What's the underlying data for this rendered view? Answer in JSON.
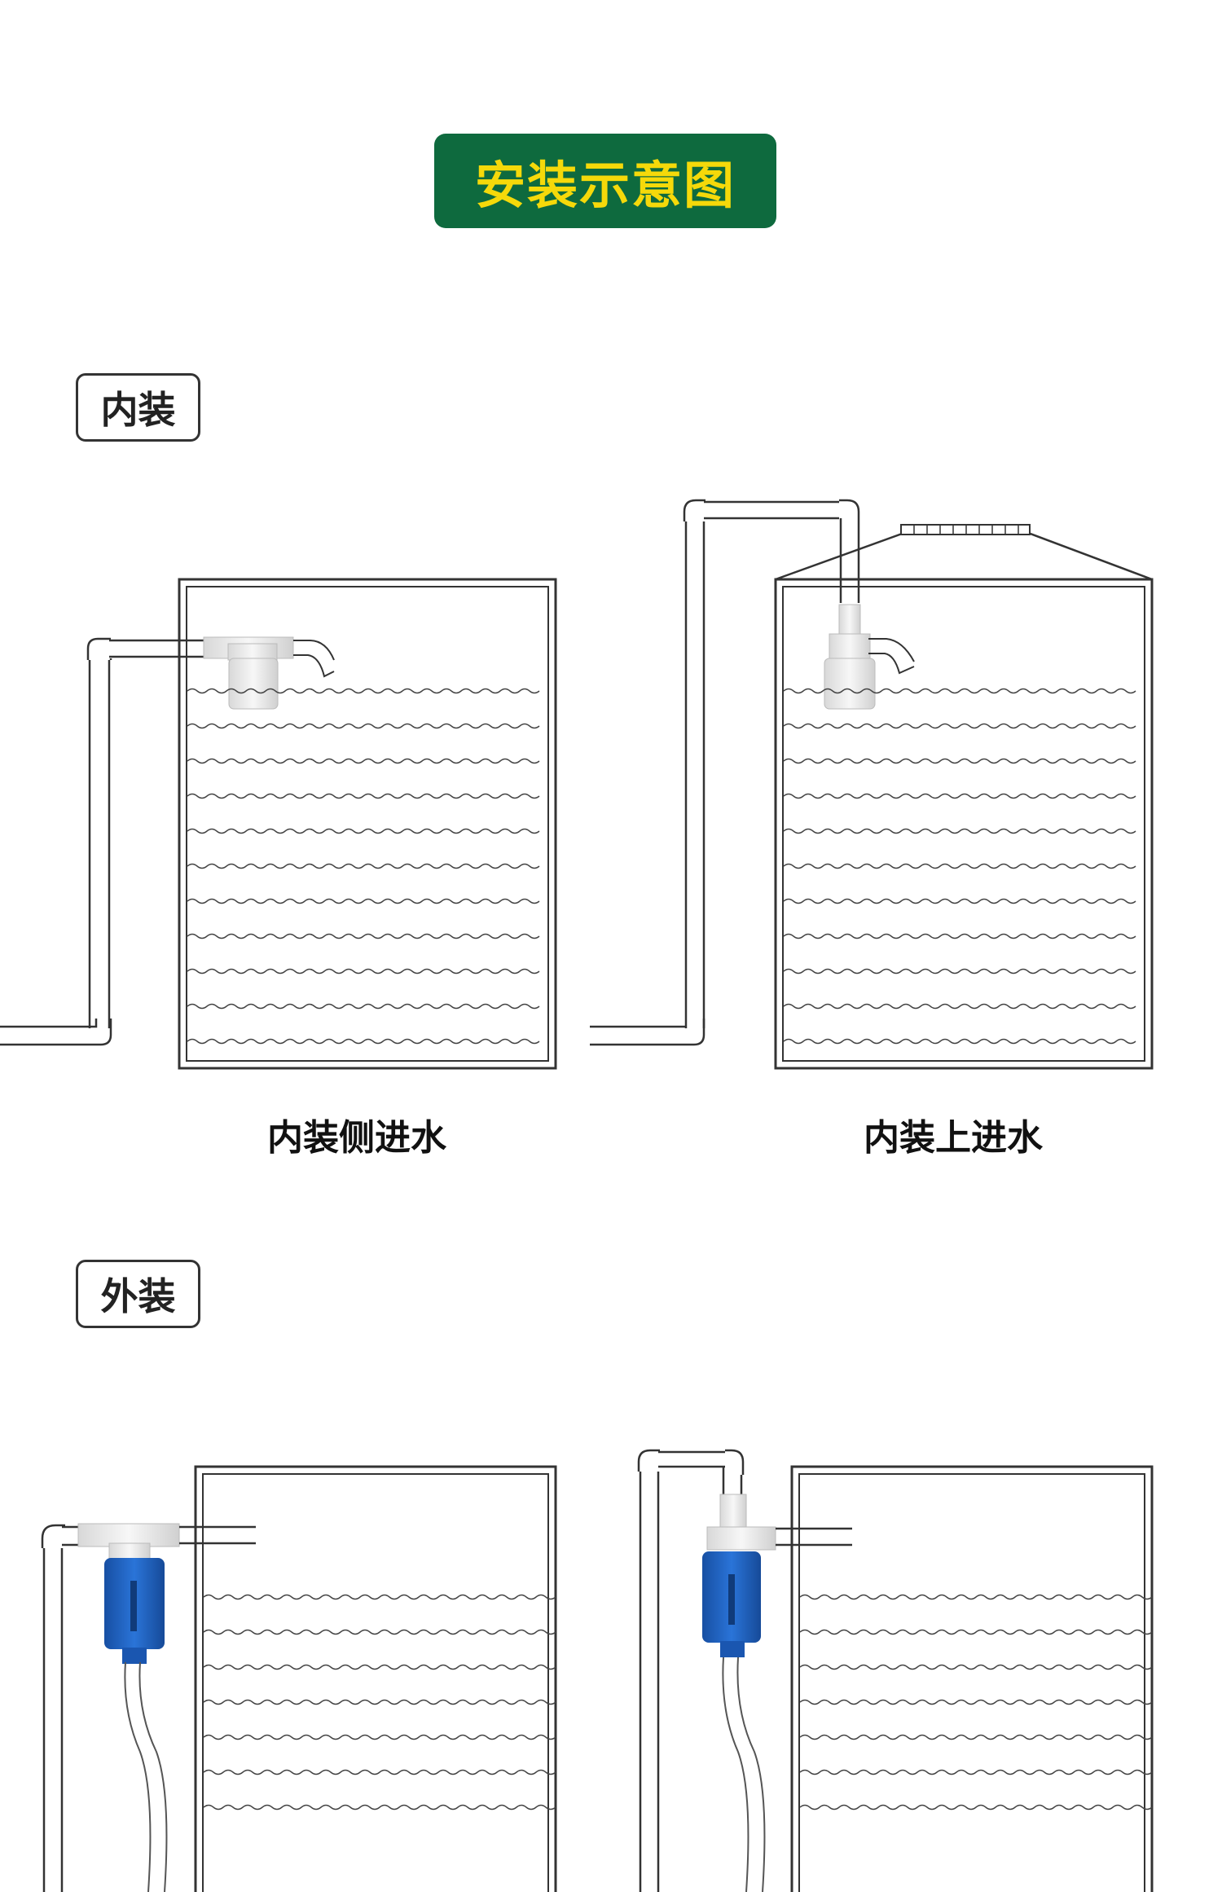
{
  "header": {
    "title": "安装示意图"
  },
  "sections": [
    {
      "tag": "内装",
      "diagrams": [
        {
          "caption": "内装侧进水"
        },
        {
          "caption": "内装上进水"
        }
      ]
    },
    {
      "tag": "外装",
      "diagrams": []
    }
  ],
  "colors": {
    "banner_bg": "#0e6a3e",
    "banner_text": "#f5d90a",
    "valve_body": "#1f63c4",
    "line": "#333333"
  }
}
